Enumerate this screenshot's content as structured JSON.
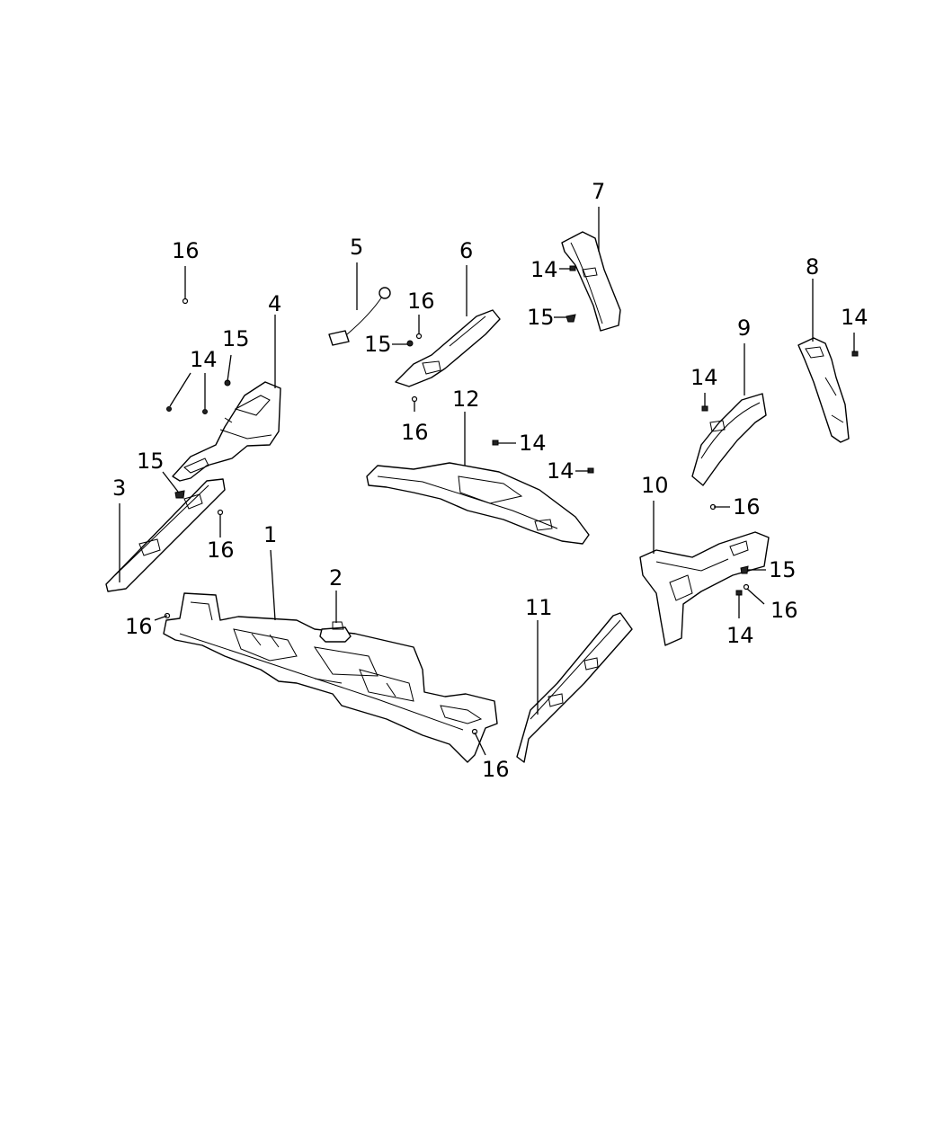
{
  "callouts": [
    {
      "id": "c16a",
      "text": "16"
    },
    {
      "id": "c5",
      "text": "5"
    },
    {
      "id": "c6",
      "text": "6"
    },
    {
      "id": "c7",
      "text": "7"
    },
    {
      "id": "c8",
      "text": "8"
    },
    {
      "id": "c14a",
      "text": "14"
    },
    {
      "id": "c15a",
      "text": "15"
    },
    {
      "id": "c16b",
      "text": "16"
    },
    {
      "id": "c15b",
      "text": "15"
    },
    {
      "id": "c14b",
      "text": "14"
    },
    {
      "id": "c4",
      "text": "4"
    },
    {
      "id": "c15c",
      "text": "15"
    },
    {
      "id": "c14c",
      "text": "14"
    },
    {
      "id": "c9",
      "text": "9"
    },
    {
      "id": "c14d",
      "text": "14"
    },
    {
      "id": "c16c",
      "text": "16"
    },
    {
      "id": "c12",
      "text": "12"
    },
    {
      "id": "c14e",
      "text": "14"
    },
    {
      "id": "c14f",
      "text": "14"
    },
    {
      "id": "c15d",
      "text": "15"
    },
    {
      "id": "c3",
      "text": "3"
    },
    {
      "id": "c16d",
      "text": "16"
    },
    {
      "id": "c10",
      "text": "10"
    },
    {
      "id": "c16e",
      "text": "16"
    },
    {
      "id": "c1",
      "text": "1"
    },
    {
      "id": "c2",
      "text": "2"
    },
    {
      "id": "c15e",
      "text": "15"
    },
    {
      "id": "c11",
      "text": "11"
    },
    {
      "id": "c16f",
      "text": "16"
    },
    {
      "id": "c16g",
      "text": "16"
    },
    {
      "id": "c14g",
      "text": "14"
    },
    {
      "id": "c16h",
      "text": "16"
    }
  ]
}
